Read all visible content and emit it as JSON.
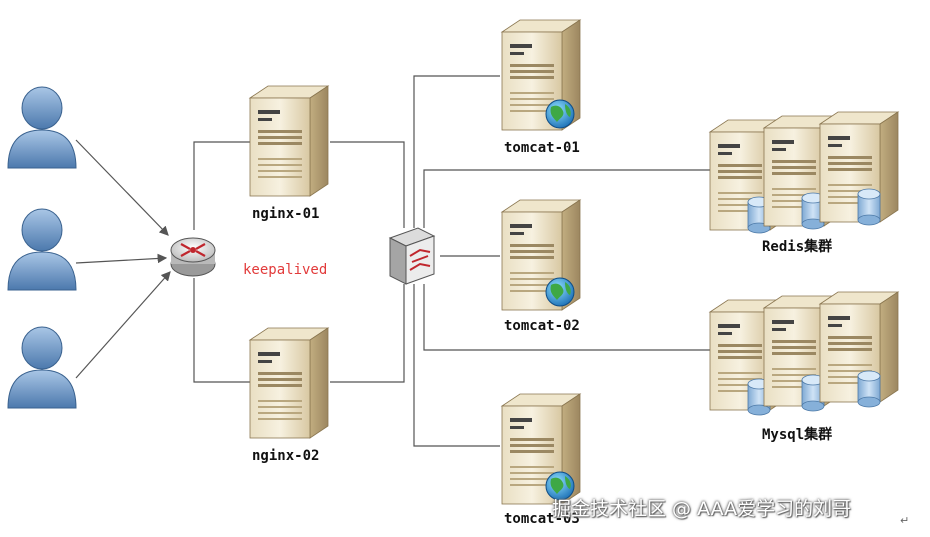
{
  "labels": {
    "nginx_01": "nginx-01",
    "nginx_02": "nginx-02",
    "keepalived": "keepalived",
    "tomcat_01": "tomcat-01",
    "tomcat_02": "tomcat-02",
    "tomcat_03": "tomcat-03",
    "redis_cluster": "Redis集群",
    "mysql_cluster": "Mysql集群"
  },
  "watermark": "掘金技术社区 @ AAA爱学习的刘哥",
  "colors": {
    "server_light": "#f4ecd6",
    "server_mid": "#d9c9a3",
    "server_dark": "#a8946a",
    "user_body": "#6d97c6",
    "db_blue": "#9cc2e6",
    "keepalived_text": "#e23b3b",
    "line": "#555555"
  }
}
